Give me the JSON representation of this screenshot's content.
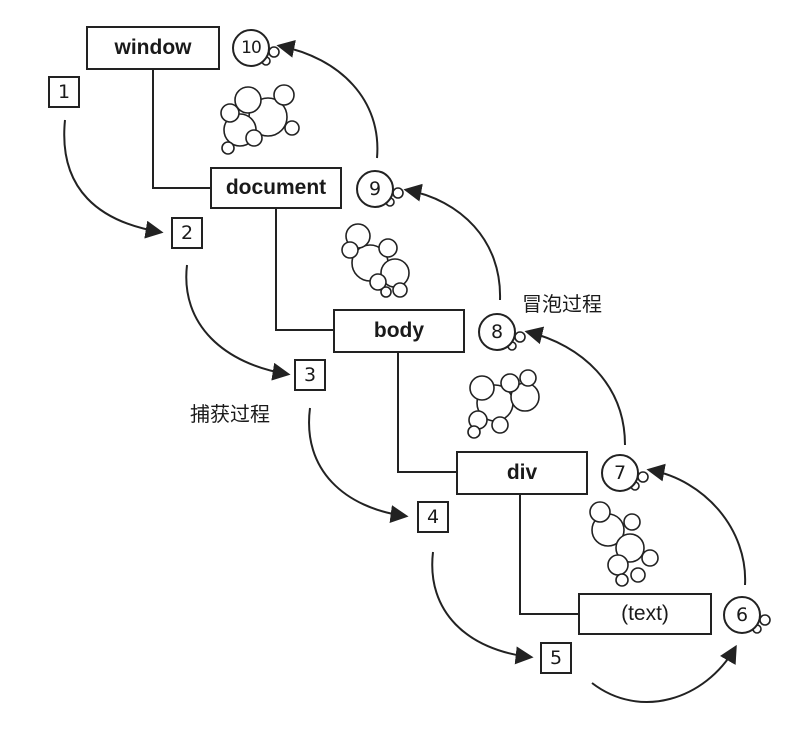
{
  "nodes": {
    "window": "window",
    "document": "document",
    "body": "body",
    "div": "div",
    "text": "(text)"
  },
  "capture_steps": [
    "1",
    "2",
    "3",
    "4",
    "5"
  ],
  "bubble_steps": [
    "6",
    "7",
    "8",
    "9",
    "10"
  ],
  "phase_labels": {
    "capture": "捕获过程",
    "bubble": "冒泡过程"
  },
  "colors": {
    "stroke": "#222222",
    "background": "#ffffff"
  }
}
